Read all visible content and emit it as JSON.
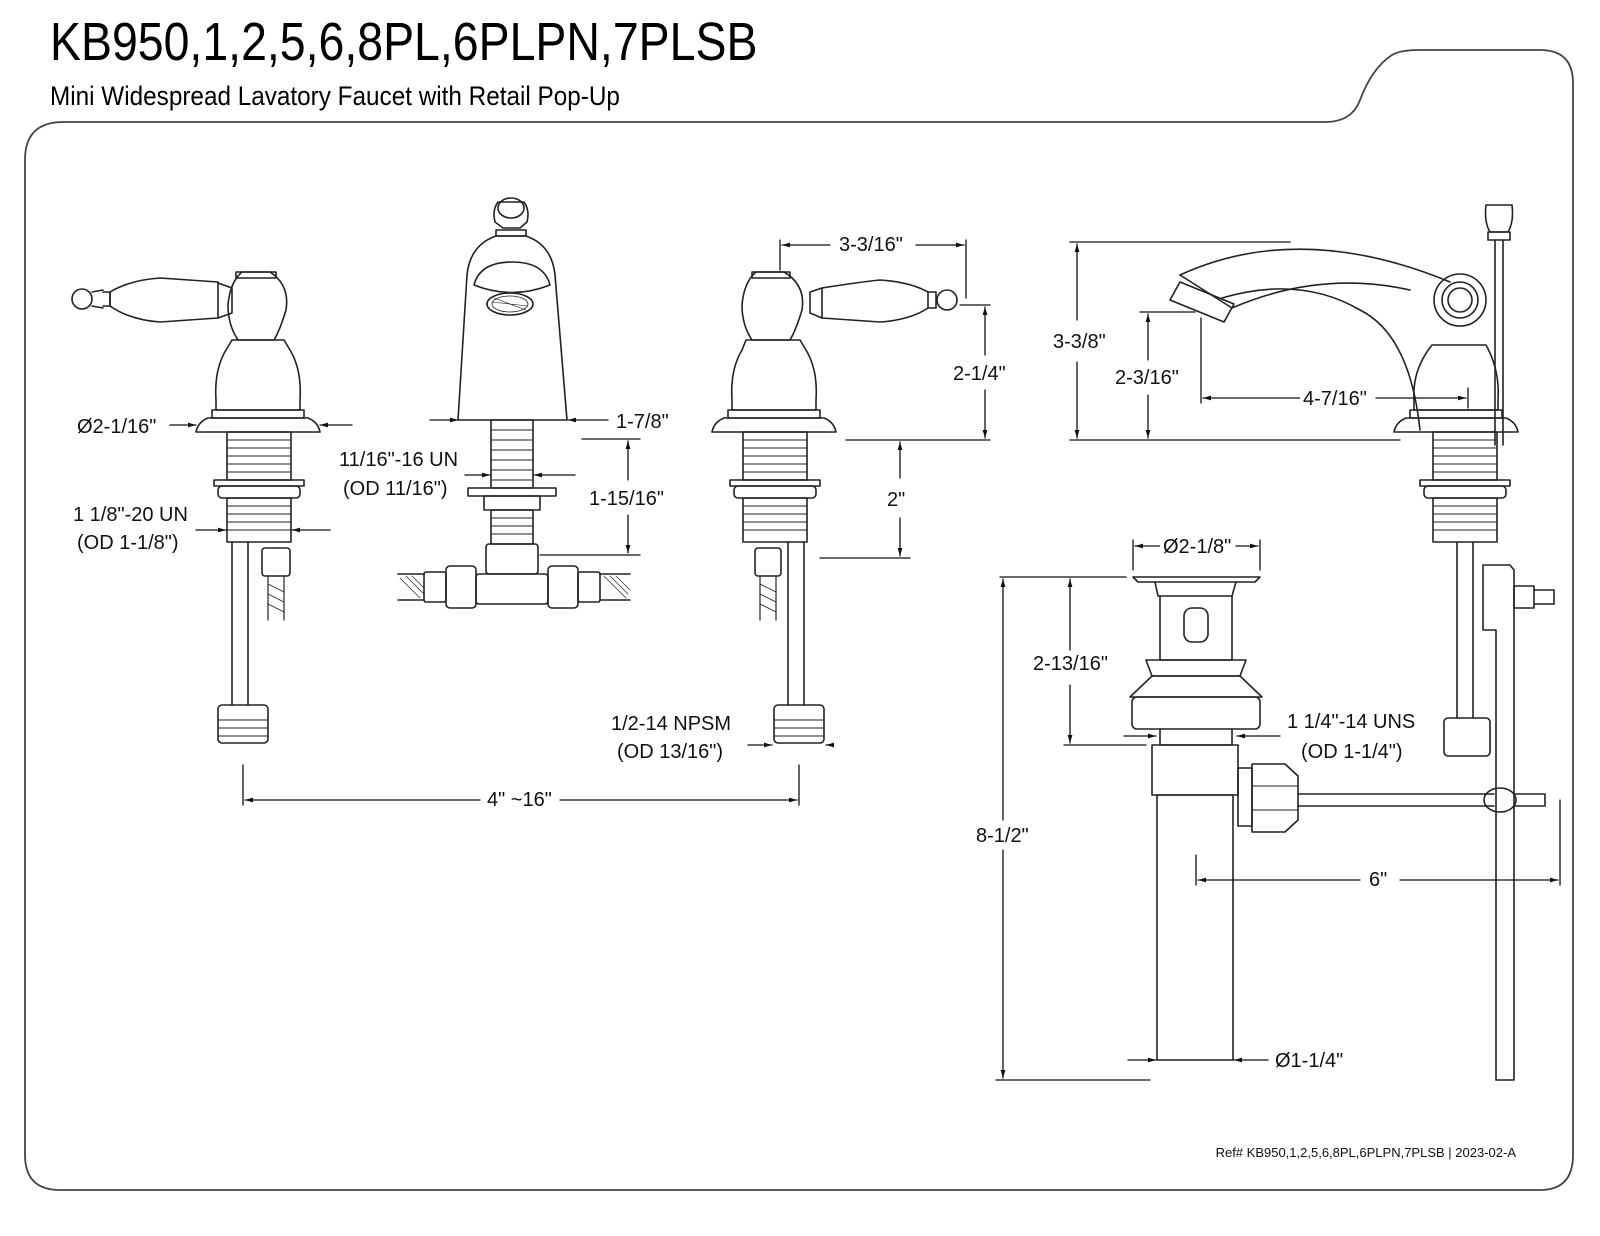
{
  "header": {
    "title": "KB950,1,2,5,6,8PL,6PLPN,7PLSB",
    "subtitle": "Mini Widespread Lavatory Faucet with Retail Pop-Up"
  },
  "views": {
    "left_handle": {
      "flange_diameter": "Ø2-1/16\"",
      "shank_thread": "1 1/8\"-20 UN",
      "shank_od": "(OD 1-1/8\")"
    },
    "spout_front": {
      "base_width": "1-7/8\"",
      "shank_thread": "11/16\"-16 UN",
      "shank_od": "(OD 11/16\")",
      "shank_length": "1-15/16\""
    },
    "right_handle": {
      "handle_reach": "3-3/16\"",
      "handle_height": "2-1/4\"",
      "shank_length": "2\"",
      "inlet_thread": "1/2-14 NPSM",
      "inlet_od": "(OD 13/16\")"
    },
    "centers": {
      "spread": "4\" ~16\""
    },
    "spout_side": {
      "overall_height": "3-3/8\"",
      "spout_clearance": "2-3/16\"",
      "spout_reach": "4-7/16\""
    },
    "pop_up_drain": {
      "flange_diameter": "Ø2-1/8\"",
      "body_height": "2-13/16\"",
      "thread": "1 1/4\"-14 UNS",
      "thread_od": "(OD 1-1/4\")",
      "overall_length": "8-1/2\"",
      "lift_rod_reach": "6\"",
      "tailpiece_diameter": "Ø1-1/4\""
    }
  },
  "footer": {
    "reference": "Ref# KB950,1,2,5,6,8PL,6PLPN,7PLSB | 2023-02-A"
  }
}
